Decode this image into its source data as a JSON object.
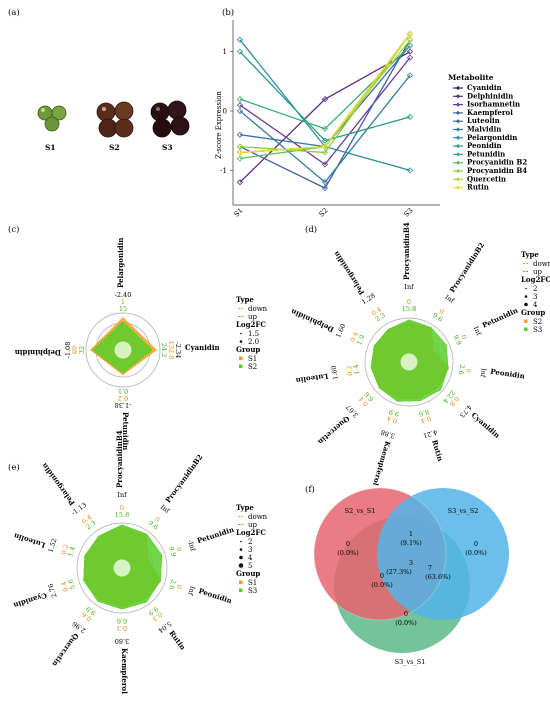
{
  "panel_a": {
    "label": "(a)",
    "samples": [
      "S1",
      "S2",
      "S3"
    ],
    "colors": {
      "S1": "#6f9a3a",
      "S2": "#5b2b1e",
      "S3": "#2a0f12"
    }
  },
  "panel_b": {
    "label": "(b)",
    "ylabel": "Z-score Expression",
    "legend_title": "Metabolite",
    "chart_data": {
      "type": "line",
      "x": [
        "S1",
        "S2",
        "S3"
      ],
      "ylim": [
        -1.5,
        1.5
      ],
      "yticks": [
        "1",
        "0",
        "-1"
      ],
      "series": [
        {
          "name": "Cyanidin",
          "color": "#3b1f6e",
          "values": [
            -0.7,
            -0.6,
            1.3
          ]
        },
        {
          "name": "Delphinidin",
          "color": "#5a2d82",
          "values": [
            -1.2,
            0.2,
            1.0
          ]
        },
        {
          "name": "Isorhamnetin",
          "color": "#6a3d9a",
          "values": [
            0.1,
            -0.9,
            0.9
          ]
        },
        {
          "name": "Kaempferol",
          "color": "#3f5fa0",
          "values": [
            -0.6,
            -1.3,
            1.2
          ]
        },
        {
          "name": "Luteolin",
          "color": "#3a6fa8",
          "values": [
            -0.4,
            -0.6,
            1.1
          ]
        },
        {
          "name": "Malvidin",
          "color": "#2f7d9e",
          "values": [
            0.0,
            -1.2,
            0.6
          ]
        },
        {
          "name": "Pelargonidin",
          "color": "#2b8c9c",
          "values": [
            1.2,
            -0.6,
            -1.0
          ]
        },
        {
          "name": "Peonidin",
          "color": "#2a9a8a",
          "values": [
            1.0,
            -0.5,
            -0.1
          ]
        },
        {
          "name": "Petunidin",
          "color": "#3aae7a",
          "values": [
            0.2,
            -0.3,
            1.1
          ]
        },
        {
          "name": "Procyanidin B2",
          "color": "#5cbd5e",
          "values": [
            -0.8,
            -0.6,
            1.3
          ]
        },
        {
          "name": "Procyanidin B4",
          "color": "#8ccc3e",
          "values": [
            -0.6,
            -0.7,
            1.3
          ]
        },
        {
          "name": "Quercetin",
          "color": "#b8d630",
          "values": [
            -0.7,
            -0.6,
            1.2
          ]
        },
        {
          "name": "Rutin",
          "color": "#e6df2c",
          "values": [
            -0.7,
            -0.6,
            1.3
          ]
        }
      ]
    }
  },
  "panel_c": {
    "label": "(c)",
    "categories": [
      "Pelargonidin",
      "Cyanidin",
      "Petunidin",
      "Delphinidin"
    ],
    "fc_values": [
      "-2.40",
      "-2.34",
      "-1.38",
      "-1.08"
    ],
    "s1_values": [
      "1",
      "132.8",
      "0.2",
      "69"
    ],
    "s2_values": [
      "15",
      "24.2",
      "0.1",
      "32"
    ],
    "legend": {
      "type_title": "Type",
      "type_items": [
        "down",
        "up"
      ],
      "fc_title": "Log2FC",
      "fc_items": [
        "1.5",
        "2.0"
      ],
      "group_title": "Group",
      "group_items": [
        "S1",
        "S2"
      ]
    }
  },
  "panel_d": {
    "label": "(d)",
    "categories": [
      "ProcyanidinB4",
      "ProcyanidinB2",
      "Petunidin",
      "Peonidin",
      "Cyanidin",
      "Rutin",
      "Kaempferol",
      "Quercetin",
      "Luteolin",
      "Delphinidin",
      "Pelargonidin"
    ],
    "fc_values": [
      "Inf",
      "Inf",
      "Inf",
      "Inf",
      "4.73",
      "4.21",
      "3.88",
      "3.67",
      "1.60",
      "1.60",
      "1.28"
    ],
    "s2_values": [
      "0",
      "0",
      "0",
      "0",
      "0.8",
      "0.4",
      "0.4",
      "0.4",
      "0.2",
      "0.4",
      "0.4"
    ],
    "s3_values": [
      "15.8",
      "9.6",
      "9.9",
      "2.6",
      "22.4",
      "8.6",
      "9.9",
      "6.6",
      "1.4",
      "1.9",
      "2.3"
    ],
    "legend": {
      "type_title": "Type",
      "type_items": [
        "down",
        "up"
      ],
      "fc_title": "Log2FC",
      "fc_items": [
        "2",
        "3",
        "4"
      ],
      "group_title": "Group",
      "group_items": [
        "S2",
        "S3"
      ]
    }
  },
  "panel_e": {
    "label": "(e)",
    "categories": [
      "ProcyanidinB4",
      "ProcyanidinB2",
      "Petunidin",
      "Peonidin",
      "Rutin",
      "Kaempferol",
      "Quercetin",
      "Cyanidin",
      "Luteolin",
      "Pelargonidin"
    ],
    "fc_values": [
      "Inf",
      "Inf",
      "-Inf",
      "Inf",
      "5.04",
      "3.80",
      "2.96",
      "2.76",
      "1.52",
      "-1.13"
    ],
    "s1_values": [
      "0",
      "0",
      "0",
      "0",
      "0.3",
      "0.3",
      "0.6",
      "0.4",
      "0.2",
      "0.4"
    ],
    "s3_values": [
      "15.8",
      "9.6",
      "9.9",
      "2.6",
      "9.9",
      "6.6",
      "9.9",
      "5.6",
      "1.4",
      "2.3"
    ],
    "legend": {
      "type_title": "Type",
      "type_items": [
        "down",
        "up"
      ],
      "fc_title": "Log2FC",
      "fc_items": [
        "2",
        "3",
        "4",
        "5"
      ],
      "group_title": "Group",
      "group_items": [
        "S1",
        "S3"
      ]
    }
  },
  "panel_f": {
    "label": "(f)",
    "sets": [
      "S2_vs_S1",
      "S3_vs_S2",
      "S3_vs_S1"
    ],
    "regions": {
      "a_only": {
        "count": "0",
        "pct": "(0.0%)"
      },
      "b_only": {
        "count": "0",
        "pct": "(0.0%)"
      },
      "c_only": {
        "count": "0",
        "pct": "(0.0%)"
      },
      "ab": {
        "count": "1",
        "pct": "(9.1%)"
      },
      "ac": {
        "count": "0",
        "pct": "(0.0%)"
      },
      "bc": {
        "count": "7",
        "pct": "(63.6%)"
      },
      "abc": {
        "count": "3",
        "pct": "(27.3%)"
      }
    },
    "colors": {
      "a": "#e8646e",
      "b": "#52b4e8",
      "c": "#5cb88a"
    }
  }
}
